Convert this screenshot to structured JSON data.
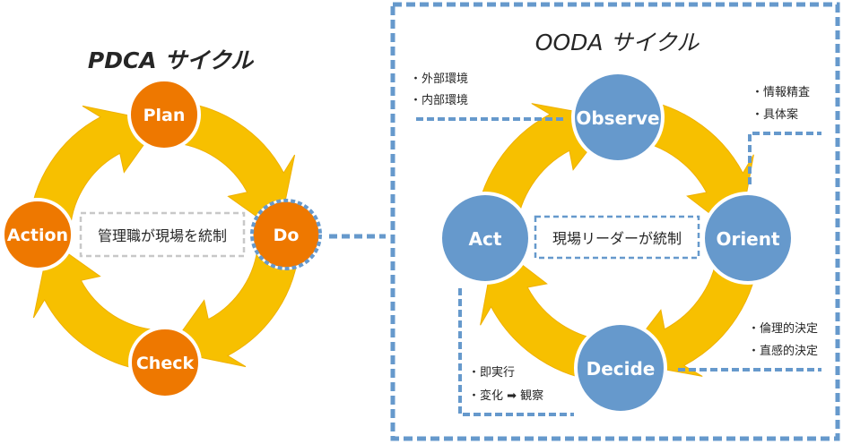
{
  "colors": {
    "arrow": "#f7c000",
    "arrow_dark": "#efb000",
    "pdca_node": "#ee7800",
    "ooda_node": "#6699cc",
    "dash_blue": "#6699cc",
    "dash_gray": "#c8c8c8",
    "text": "#262626"
  },
  "pdca": {
    "title": "PDCA サイクル",
    "center_label": "管理職が現場を統制",
    "nodes": {
      "top": "Plan",
      "right": "Do",
      "bottom": "Check",
      "left": "Action"
    },
    "highlighted_node": "Do"
  },
  "ooda": {
    "title": "OODA サイクル",
    "center_label": "現場リーダーが統制",
    "nodes": {
      "top": "Observe",
      "right": "Orient",
      "bottom": "Decide",
      "left": "Act"
    },
    "notes": {
      "observe": [
        "・外部環境",
        "・内部環境"
      ],
      "orient": [
        "・情報精査",
        "・具体案"
      ],
      "decide": [
        "・倫理的決定",
        "・直感的決定"
      ],
      "act": [
        "・即実行",
        "・変化 ➡ 観察"
      ]
    }
  }
}
